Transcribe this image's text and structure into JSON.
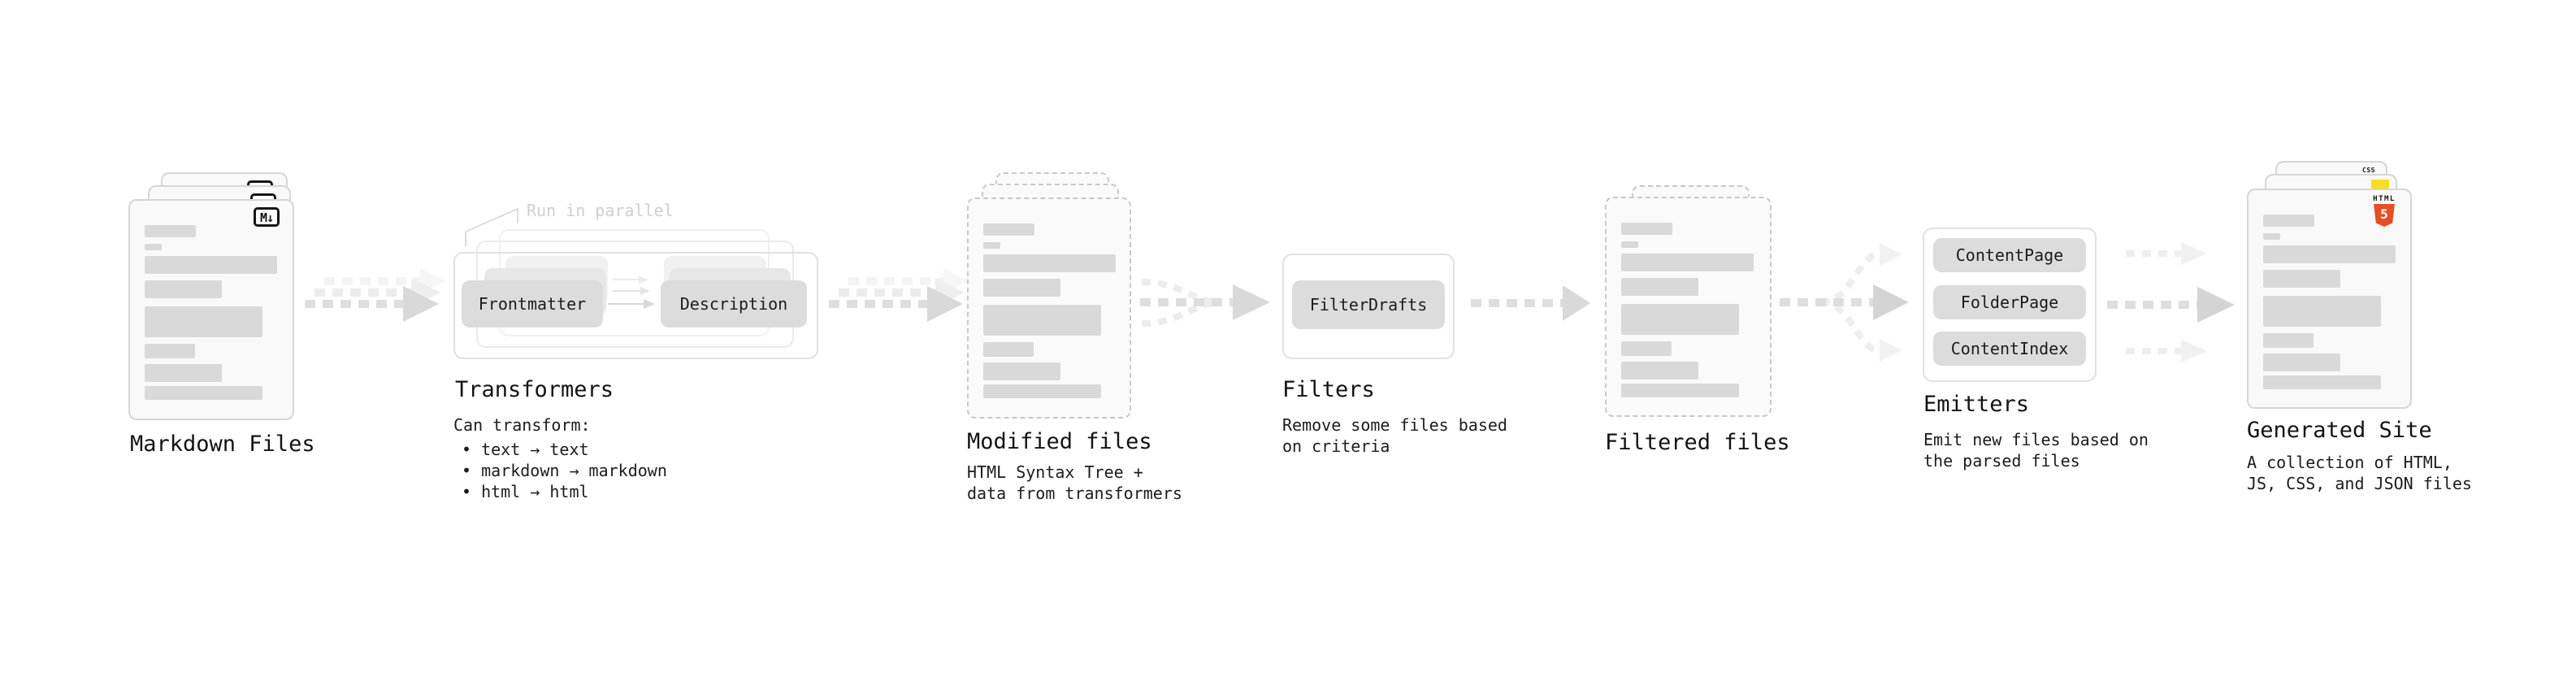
{
  "stages": {
    "markdown": {
      "title": "Markdown Files"
    },
    "transformers": {
      "title": "Transformers",
      "parallel_note": "Run in parallel",
      "box_from": "Frontmatter",
      "box_to": "Description",
      "note_heading": "Can transform:",
      "bullets": [
        "text → text",
        "markdown → markdown",
        "html → html"
      ]
    },
    "modified": {
      "title": "Modified files",
      "description": [
        "HTML Syntax Tree +",
        "data from transformers"
      ]
    },
    "filters": {
      "title": "Filters",
      "box": "FilterDrafts",
      "description": [
        "Remove some files based",
        "on criteria"
      ]
    },
    "filtered": {
      "title": "Filtered files"
    },
    "emitters": {
      "title": "Emitters",
      "boxes": [
        "ContentPage",
        "FolderPage",
        "ContentIndex"
      ],
      "description": [
        "Emit new files based on",
        "the parsed files"
      ]
    },
    "generated": {
      "title": "Generated Site",
      "description": [
        "A collection of HTML,",
        "JS, CSS, and JSON files"
      ]
    }
  },
  "icons": {
    "markdown_badge": "M↓",
    "html5_word": "HTML",
    "html5_number": "5",
    "css_word": "CSS"
  },
  "colors": {
    "html5_orange": "#e34f26",
    "js_yellow": "#f7df1e",
    "css_blue": "#2965f1",
    "doc_fill": "#f9f9f9",
    "doc_border": "#d6d6d6",
    "bar_gray": "#d9d9d9",
    "box_gray": "#dcdcdc",
    "arrow_gray": "#dcdcdc",
    "note_gray": "#cfcfcf",
    "text": "#131313"
  }
}
